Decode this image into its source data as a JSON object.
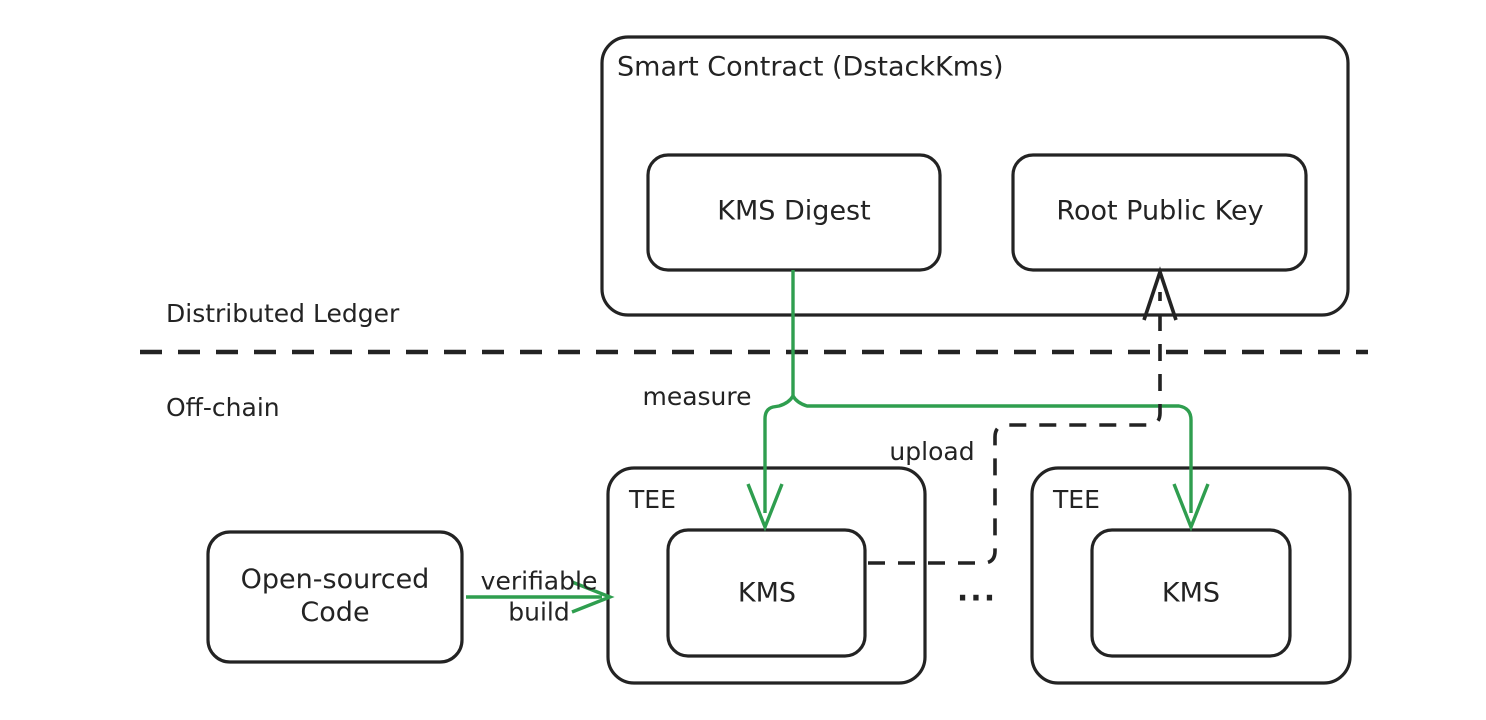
{
  "diagram": {
    "title": "Smart Contract (DstackKms)",
    "zones": {
      "ledger_label": "Distributed Ledger",
      "offchain_label": "Off-chain"
    },
    "nodes": {
      "smart_contract": "Smart Contract (DstackKms)",
      "kms_digest": "KMS Digest",
      "root_public_key": "Root Public Key",
      "open_sourced_code_line1": "Open-sourced",
      "open_sourced_code_line2": "Code",
      "tee_left": "TEE",
      "tee_right": "TEE",
      "kms_left": "KMS",
      "kms_right": "KMS",
      "more_instances": "..."
    },
    "edges": {
      "measure": "measure",
      "upload": "upload",
      "verifiable_build_line1": "verifiable",
      "verifiable_build_line2": "build"
    },
    "colors": {
      "flow_green": "#2f9e4f",
      "stroke_black": "#232323",
      "background": "#ffffff"
    }
  },
  "chart_data": {
    "type": "diagram",
    "title": "Smart Contract (DstackKms)",
    "nodes": [
      {
        "id": "smart-contract",
        "label": "Smart Contract (DstackKms)",
        "zone": "Distributed Ledger"
      },
      {
        "id": "kms-digest",
        "label": "KMS Digest",
        "parent": "smart-contract"
      },
      {
        "id": "root-public-key",
        "label": "Root Public Key",
        "parent": "smart-contract"
      },
      {
        "id": "open-sourced-code",
        "label": "Open-sourced Code",
        "zone": "Off-chain"
      },
      {
        "id": "tee-left",
        "label": "TEE",
        "zone": "Off-chain"
      },
      {
        "id": "kms-left",
        "label": "KMS",
        "parent": "tee-left"
      },
      {
        "id": "tee-right",
        "label": "TEE",
        "zone": "Off-chain"
      },
      {
        "id": "kms-right",
        "label": "KMS",
        "parent": "tee-right"
      }
    ],
    "edges": [
      {
        "from": "open-sourced-code",
        "to": "kms-left",
        "label": "verifiable build",
        "style": "solid",
        "color": "#2f9e4f"
      },
      {
        "from": "kms-digest",
        "to": "kms-left",
        "label": "measure",
        "style": "solid",
        "color": "#2f9e4f"
      },
      {
        "from": "kms-digest",
        "to": "kms-right",
        "label": "measure",
        "style": "solid",
        "color": "#2f9e4f"
      },
      {
        "from": "kms-left",
        "to": "root-public-key",
        "label": "upload",
        "style": "dashed",
        "color": "#232323"
      }
    ]
  }
}
